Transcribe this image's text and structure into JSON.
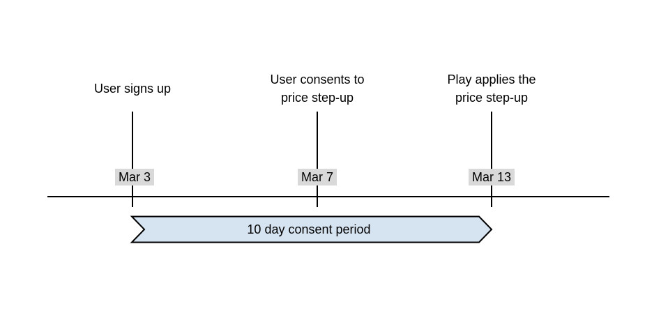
{
  "colors": {
    "line": "#000000",
    "date-bg": "#d9d9d9",
    "band-fill": "#d6e4f2",
    "band-stroke": "#000000"
  },
  "timeline": {
    "events": [
      {
        "line1": "User signs up",
        "line2": "",
        "date": "Mar 3"
      },
      {
        "line1": "User consents to",
        "line2": "price step-up",
        "date": "Mar 7"
      },
      {
        "line1": "Play applies the",
        "line2": "price step-up",
        "date": "Mar 13"
      }
    ],
    "period_label": "10 day consent period"
  }
}
